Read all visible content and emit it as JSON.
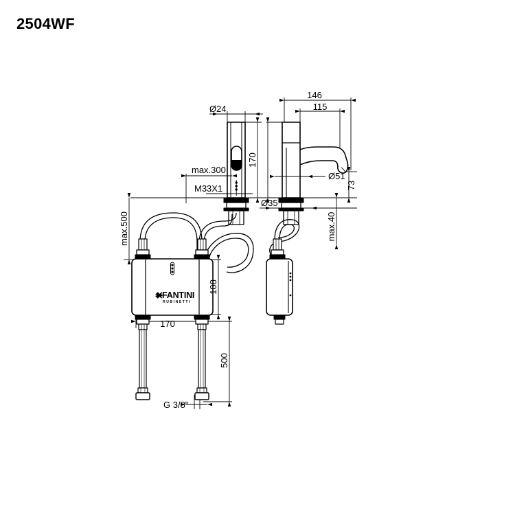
{
  "document": {
    "title": "2504WF",
    "type": "technical-dimension-drawing",
    "background_color": "#ffffff",
    "line_color": "#000000"
  },
  "brand": {
    "logo_text": "FANTINI",
    "logo_subtext": "RUBINETTI"
  },
  "dimensions": {
    "front_view": {
      "spout_diameter": "Ø24",
      "max_spout_reach": "max.300",
      "thread": "M33X1",
      "height_above_deck": "170",
      "hose_max_length": "max.500",
      "box_height": "108",
      "box_width": "170",
      "supply_length": "500",
      "supply_thread": "G 3/8\""
    },
    "side_view": {
      "overall_reach": "146",
      "spout_reach": "115",
      "spout_outlet_diameter": "Ø51",
      "base_diameter": "Ø35",
      "spout_height": "73",
      "max_deck_thickness": "max.40"
    }
  },
  "labels": [
    {
      "id": "d24",
      "text": "Ø24",
      "view": "front"
    },
    {
      "id": "max300",
      "text": "max.300",
      "view": "front"
    },
    {
      "id": "m33x1",
      "text": "M33X1",
      "view": "front"
    },
    {
      "id": "h170",
      "text": "170",
      "view": "front"
    },
    {
      "id": "max500",
      "text": "max.500",
      "view": "front"
    },
    {
      "id": "h108",
      "text": "108",
      "view": "front"
    },
    {
      "id": "w170",
      "text": "170",
      "view": "front"
    },
    {
      "id": "h500",
      "text": "500",
      "view": "front"
    },
    {
      "id": "g38",
      "text": "G 3/8\"",
      "view": "front"
    },
    {
      "id": "w146",
      "text": "146",
      "view": "side"
    },
    {
      "id": "w115",
      "text": "115",
      "view": "side"
    },
    {
      "id": "d51",
      "text": "Ø51",
      "view": "side"
    },
    {
      "id": "d35",
      "text": "Ø35",
      "view": "side"
    },
    {
      "id": "h73",
      "text": "73",
      "view": "side"
    },
    {
      "id": "max40",
      "text": "max.40",
      "view": "side"
    }
  ]
}
